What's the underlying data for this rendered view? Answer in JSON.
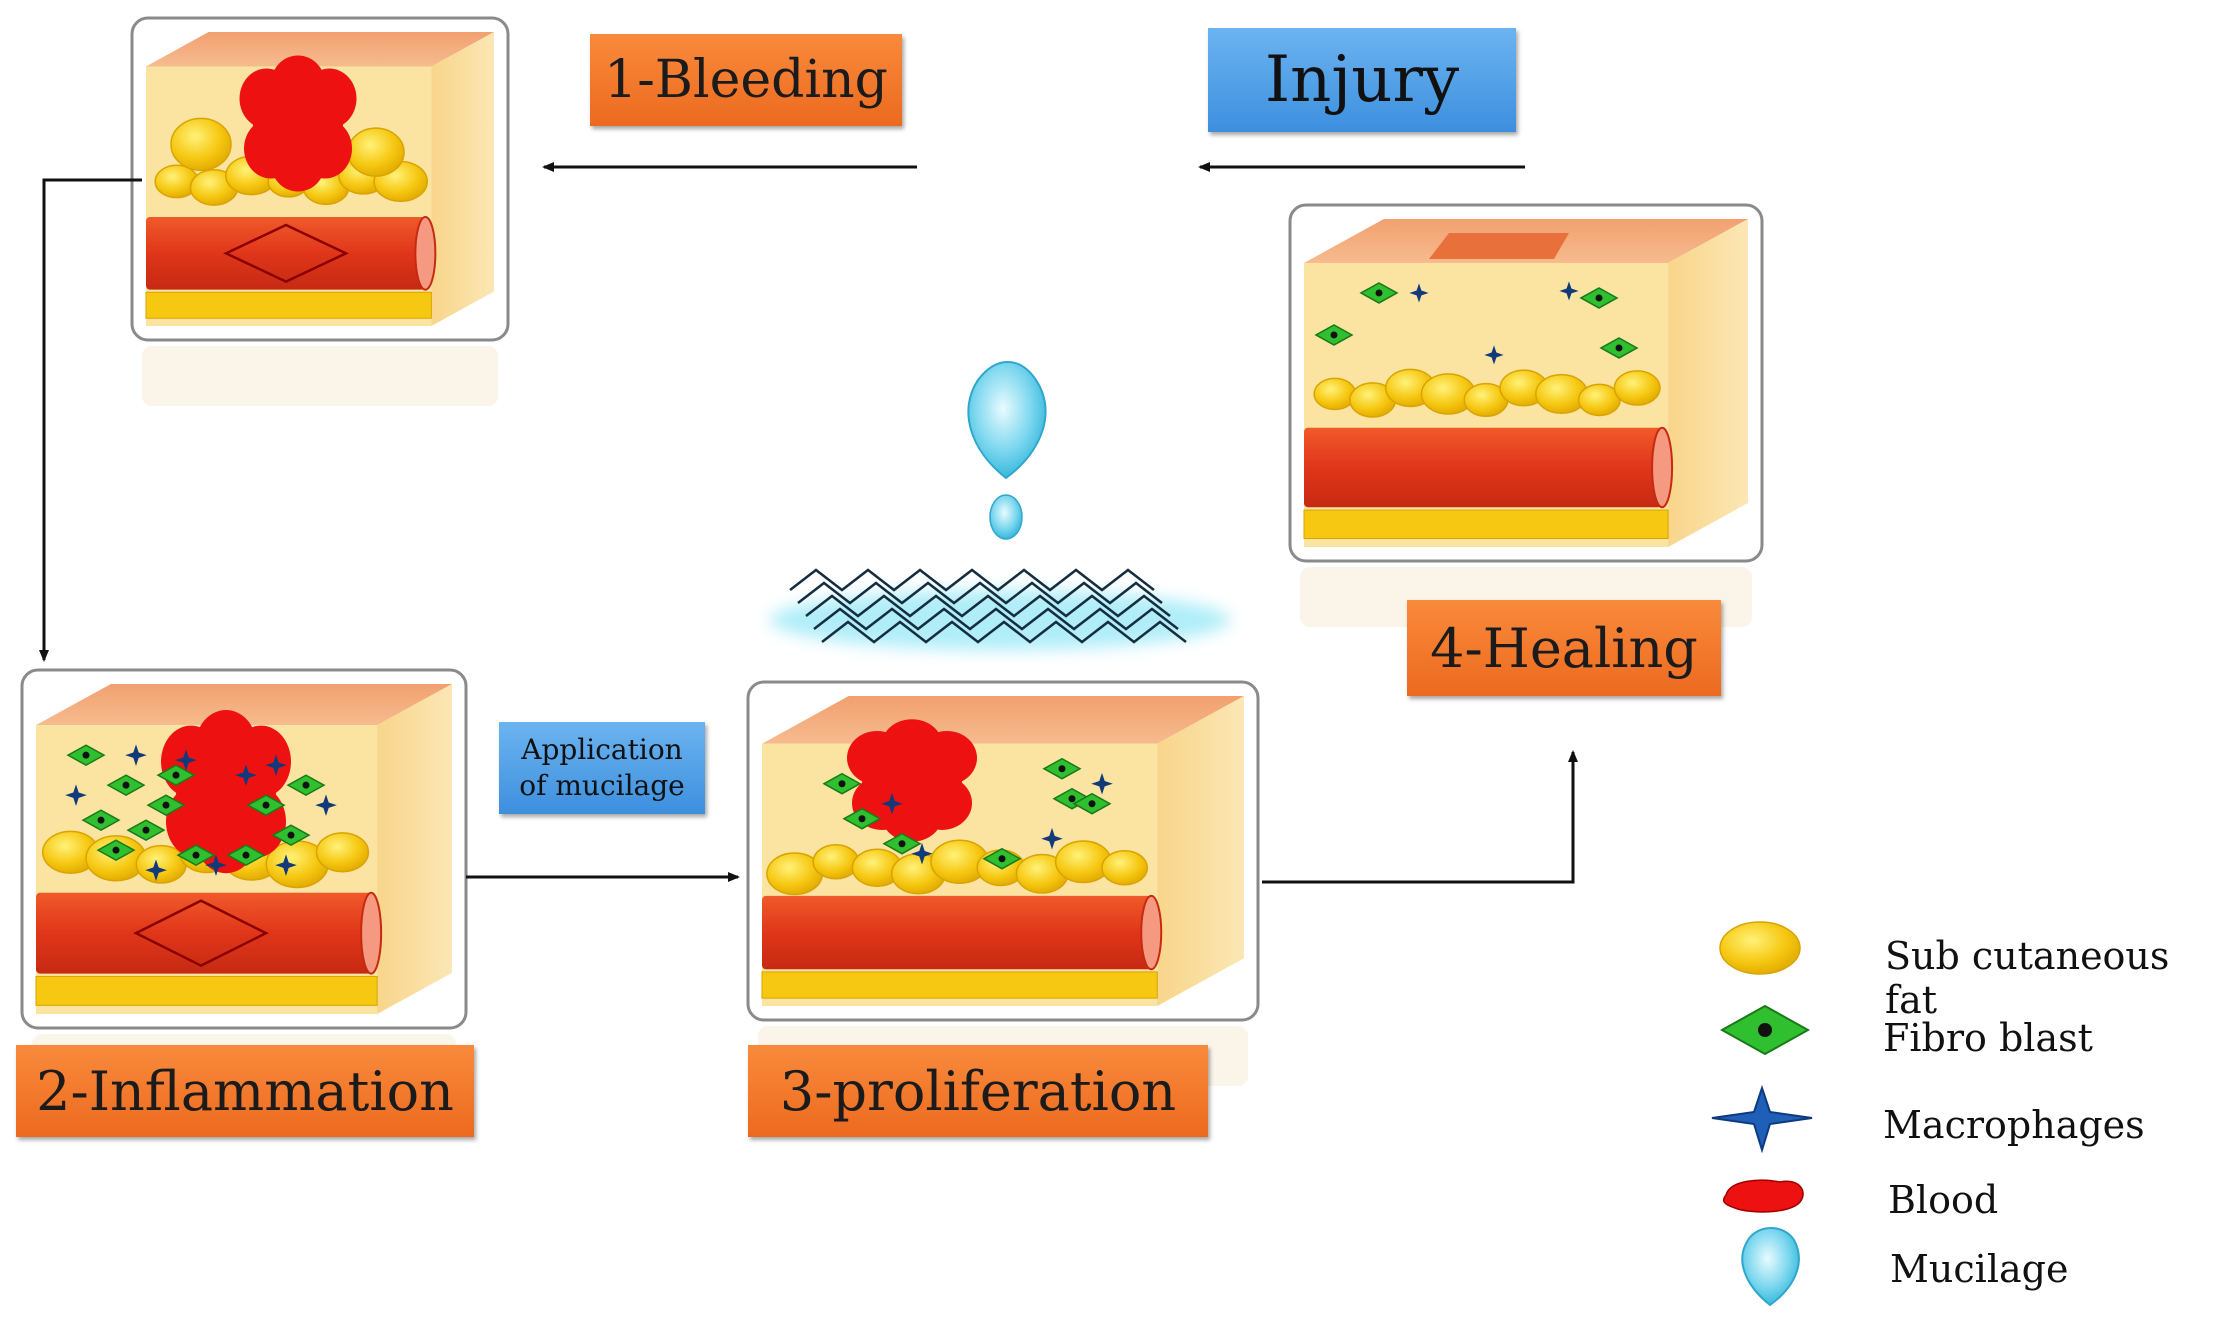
{
  "steps": {
    "injury": "Injury",
    "bleeding": "1-Bleeding",
    "inflammation": "2-Inflammation",
    "proliferation": "3-proliferation",
    "healing": "4-Healing"
  },
  "application_label": "Application of mucilage",
  "legend": [
    {
      "label": "Sub cutaneous fat",
      "icon": "fat-icon"
    },
    {
      "label": "Fibro blast",
      "icon": "fibroblast-icon"
    },
    {
      "label": "Macrophages",
      "icon": "macrophage-icon"
    },
    {
      "label": "Blood",
      "icon": "blood-icon"
    },
    {
      "label": "Mucilage",
      "icon": "mucilage-icon"
    }
  ],
  "colors": {
    "skin_top": "#f4a26c",
    "tissue": "#fbe3a1",
    "fat": "#f5c410",
    "vessel": "#e8401a",
    "blood": "#ee1111",
    "fibroblast": "#2fbf2f",
    "macrophage": "#123a7a",
    "mucilage": "#4fc8e8",
    "orange_label": "#f27a2e",
    "blue_label": "#4a9ae6"
  }
}
